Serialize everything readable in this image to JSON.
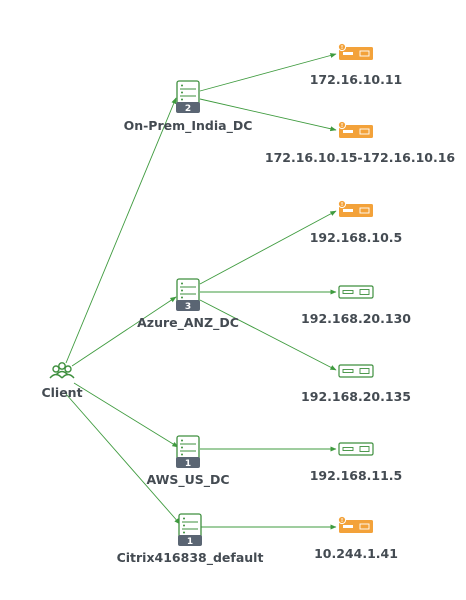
{
  "colors": {
    "edge": "#3f9b3f",
    "datacenter_icon": "#3e8f3e",
    "appliance_orange": "#f3a23a",
    "appliance_green": "#3e8f3e",
    "badge": "#5a6573",
    "label": "#444b52"
  },
  "client": {
    "label": "Client",
    "icon": "users-group-icon"
  },
  "datacenters": [
    {
      "id": "dc-india",
      "label": "On-Prem_India_DC",
      "count": "2",
      "icon": "server-rack-icon"
    },
    {
      "id": "dc-azure",
      "label": "Azure_ANZ_DC",
      "count": "3",
      "icon": "server-rack-icon"
    },
    {
      "id": "dc-aws",
      "label": "AWS_US_DC",
      "count": "1",
      "icon": "server-rack-icon"
    },
    {
      "id": "dc-citrix",
      "label": "Citrix416838_default",
      "count": "1",
      "icon": "server-rack-icon"
    }
  ],
  "appliances": [
    {
      "label": "172.16.10.11",
      "kind": "orange",
      "dc": "dc-india"
    },
    {
      "label": "172.16.10.15-172.16.10.16",
      "kind": "orange",
      "dc": "dc-india"
    },
    {
      "label": "192.168.10.5",
      "kind": "orange",
      "dc": "dc-azure"
    },
    {
      "label": "192.168.20.130",
      "kind": "green",
      "dc": "dc-azure"
    },
    {
      "label": "192.168.20.135",
      "kind": "green",
      "dc": "dc-azure"
    },
    {
      "label": "192.168.11.5",
      "kind": "green",
      "dc": "dc-aws"
    },
    {
      "label": "10.244.1.41",
      "kind": "orange",
      "dc": "dc-citrix"
    }
  ]
}
